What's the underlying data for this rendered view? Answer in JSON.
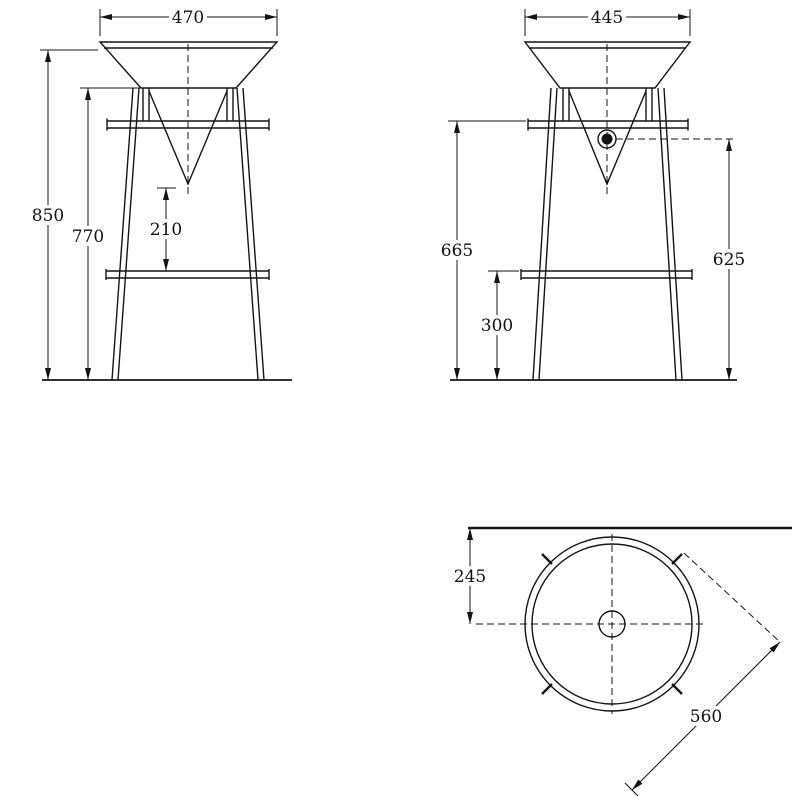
{
  "page": {
    "background": "#ffffff",
    "line_color": "#141414"
  },
  "drawing": {
    "front_view": {
      "top_width": "470",
      "overall_height": "850",
      "frame_height": "770",
      "cone_tip_to_shelf": "210"
    },
    "side_view": {
      "top_width": "445",
      "crossbar_height": "665",
      "drain_height": "625",
      "shelf_height": "300"
    },
    "plan_view": {
      "wall_to_basin_center": "245",
      "diagonal_width": "560"
    }
  }
}
